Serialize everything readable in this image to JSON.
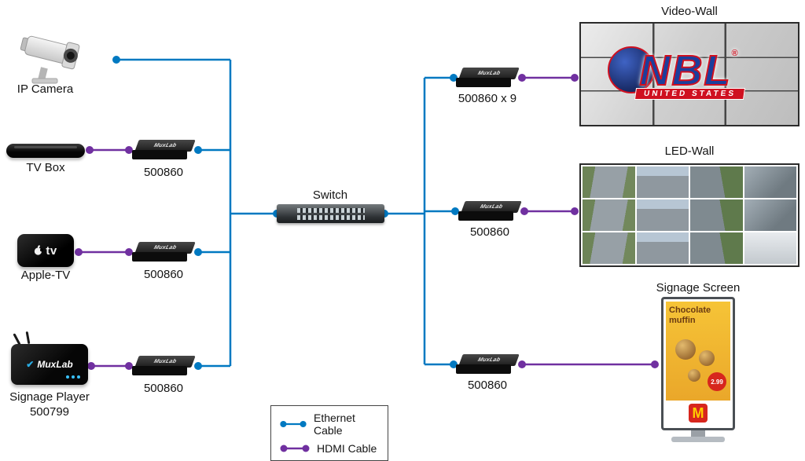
{
  "colors": {
    "ethernet": "#0079C1",
    "hdmi": "#7030A0"
  },
  "brand": "MuxLab",
  "sources": {
    "ip_camera": {
      "label": "IP Camera"
    },
    "tv_box": {
      "label": "TV Box",
      "encoder_label": "500860"
    },
    "apple_tv": {
      "label": "Apple-TV",
      "logo_text": "tv",
      "encoder_label": "500860"
    },
    "signage_player": {
      "label": "Signage Player",
      "model": "500799",
      "encoder_label": "500860"
    }
  },
  "network": {
    "switch_label": "Switch"
  },
  "outputs": {
    "video_wall": {
      "decoder_label": "500860 x 9",
      "title": "Video-Wall",
      "logo_main": "NBL",
      "logo_reg": "®",
      "logo_sub": "UNITED STATES"
    },
    "led_wall": {
      "decoder_label": "500860",
      "title": "LED-Wall"
    },
    "signage_screen": {
      "decoder_label": "500860",
      "title": "Signage Screen",
      "ad_text": "Chocolate muffin",
      "price": "2.99",
      "mcd_logo": "M"
    }
  },
  "legend": {
    "ethernet": "Ethernet Cable",
    "hdmi": "HDMI Cable"
  }
}
